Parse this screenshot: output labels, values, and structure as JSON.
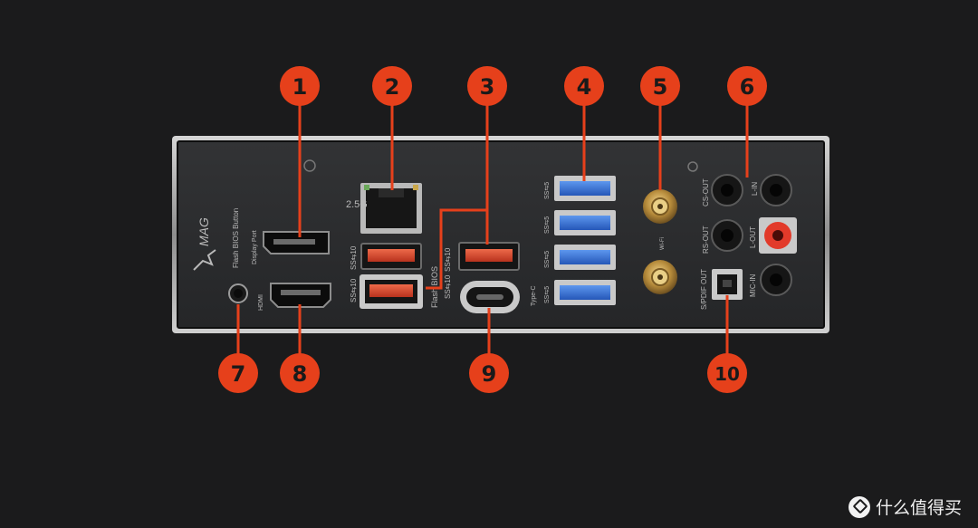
{
  "brand": "MAG",
  "panel_labels": {
    "flash_bios_button": "Flash BIOS Button",
    "display_port": "Display Port",
    "hdmi": "HDMI",
    "lan_speed": "2.5G",
    "flash_bios": "Flash BIOS",
    "usb_ss10": "SS⇆10",
    "usb_ss5": "SS⇆5",
    "type_c": "Type-C",
    "wifi": "Wi-Fi",
    "audio_cs_out": "CS-OUT",
    "audio_rs_out": "RS-OUT",
    "audio_line_in": "L-IN",
    "audio_line_out": "L-OUT",
    "audio_mic_in": "MIC-IN",
    "spdif_out": "S/PDIF OUT"
  },
  "callouts": [
    "1",
    "2",
    "3",
    "4",
    "5",
    "6",
    "7",
    "8",
    "9",
    "10"
  ],
  "watermark": "什么值得买",
  "colors": {
    "callout": "#e6401b",
    "usb3_blue": "#2f6fd6",
    "usb_red": "#d9452b",
    "line_in": "#e23a2a",
    "background": "#1b1b1c",
    "panel": "#2b2c2e"
  }
}
